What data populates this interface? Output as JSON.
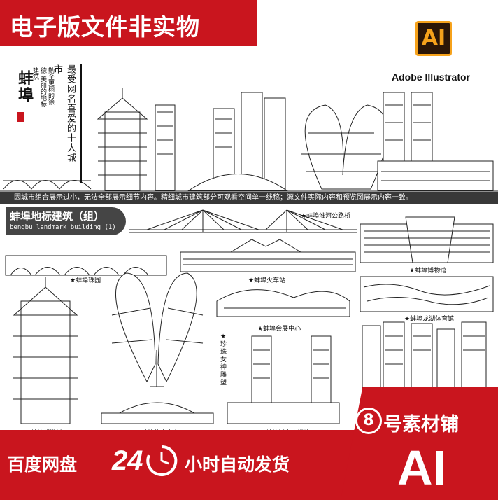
{
  "banner": {
    "title": "电子版文件非实物"
  },
  "software": {
    "logo_text": "AI",
    "name": "Adobe Illustrator"
  },
  "poster": {
    "city": "蚌埠",
    "slogan_small": "勤全更栩的徐德 美丽的地标建筑",
    "slogan_big": "最受网名喜爱的十大城市"
  },
  "notice": "因城市组合展示过小，无法全部展示细节内容。精细城市建筑部分可观看空间单一线稿；源文件实际内容和预览图展示内容一致。",
  "section": {
    "title_cn": "蚌埠地标建筑（组）",
    "title_en": "bengbu landmark building (1)"
  },
  "captions": {
    "bridge": "★蚌埠淮河公路桥",
    "museum": "★蚌埠博物馆",
    "zhuyuan": "★蚌埠珠园",
    "station": "★蚌埠火车站",
    "gym": "★蚌埠龙湖体育馆",
    "expo": "★蚌埠会展中心",
    "statue": "★珍珠女神雕塑",
    "tower": "★蚌埠望淮塔",
    "sports": "★蚌埠体育中心",
    "highrise": "★蚌埠城市高楼建"
  },
  "footer": {
    "left": "百度网盘",
    "hours": "24",
    "right": "小时自动发货",
    "shop_number": "8",
    "shop_name": "号素材铺",
    "format": "AI"
  },
  "colors": {
    "accent": "#c9151e",
    "notice_bg": "#383838",
    "ai_orange": "#f6a21b"
  }
}
